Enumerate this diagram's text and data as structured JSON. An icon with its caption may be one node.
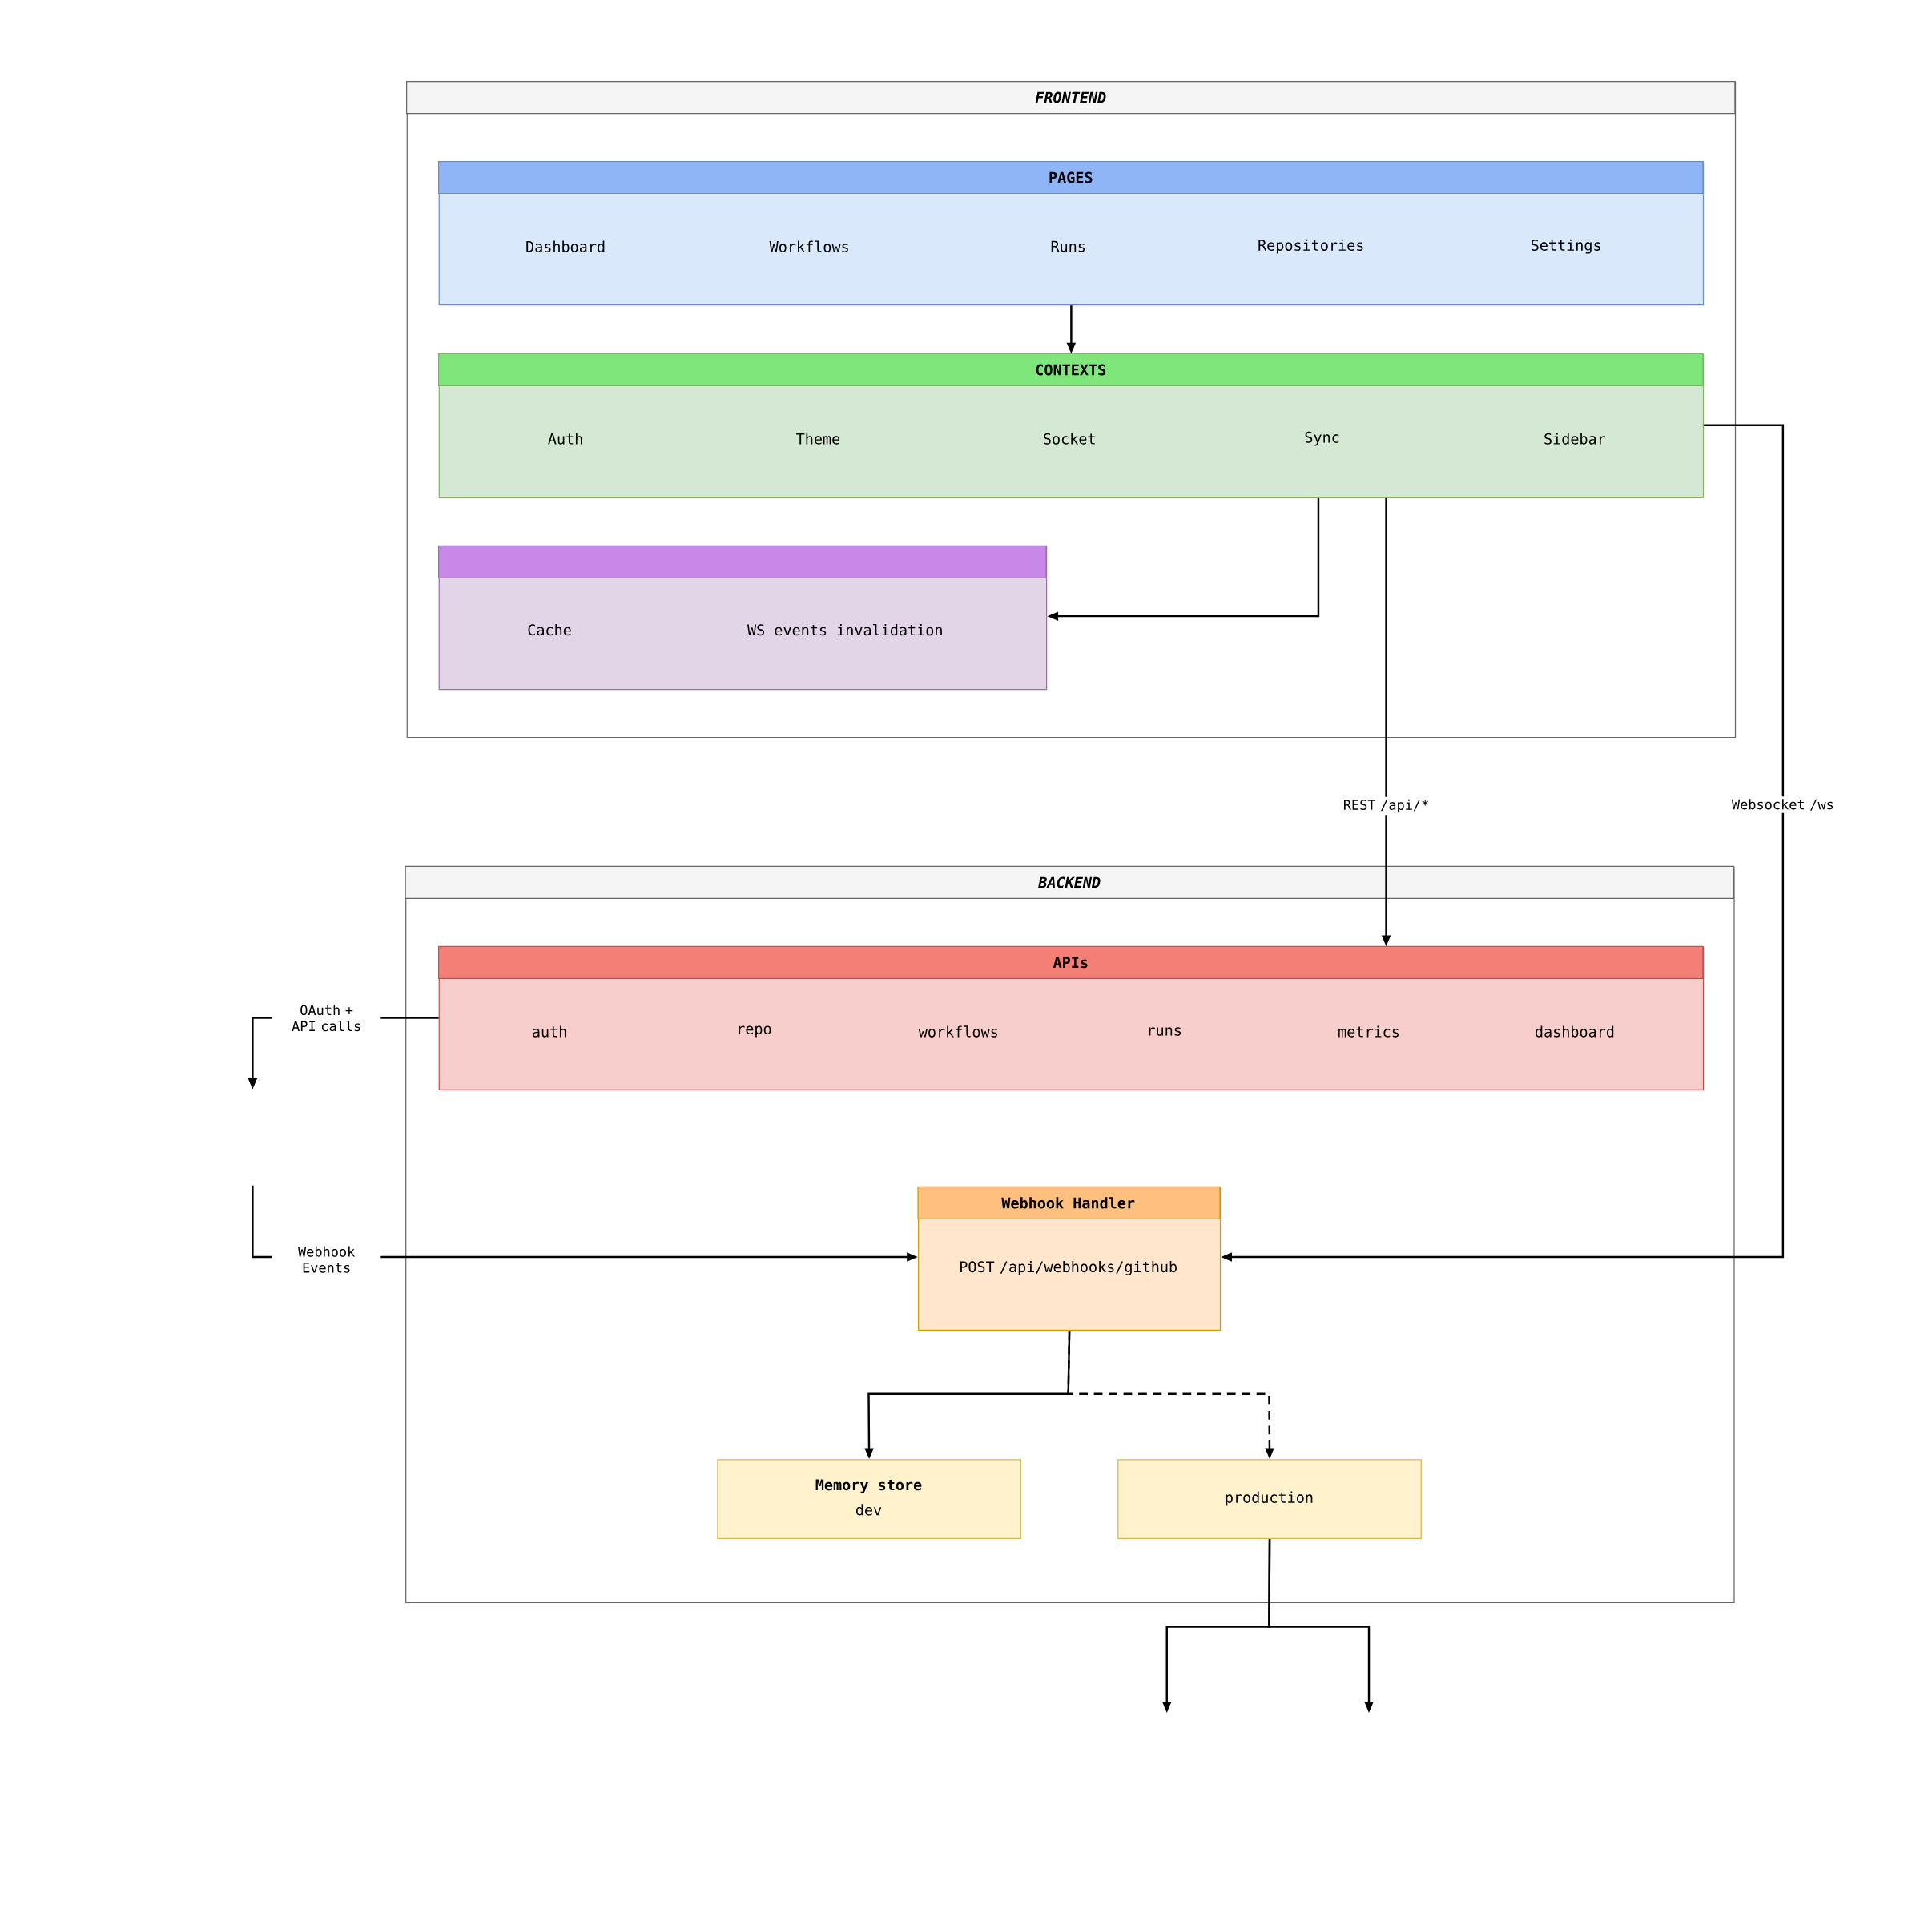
{
  "diagram": {
    "nodes": [
      {
        "text": [
          "FRONTEND"
        ]
      },
      {
        "text": [
          "PAGES",
          "Dashboard",
          "Workflows",
          "Runs",
          "Repositories",
          "Settings"
        ],
        "in": 0
      },
      {
        "text": [
          "CONTEXTS",
          "Auth",
          "Theme",
          "Socket",
          "Sync",
          "Sidebar"
        ],
        "in": 0
      },
      {
        "text": [
          "Cache",
          "WS events invalidation"
        ],
        "in": 0
      },
      {
        "text": [
          "BACKEND"
        ]
      },
      {
        "text": [
          "APIs",
          "auth",
          "repo",
          "workflows",
          "runs",
          "metrics",
          "dashboard"
        ],
        "in": 4
      },
      {
        "text": [
          "Webhook Handler",
          "POST /api/webhooks/github"
        ],
        "in": 4
      },
      {
        "text": [
          "Memory store",
          "dev"
        ],
        "in": 4
      },
      {
        "text": [
          "production"
        ],
        "in": 4
      }
    ],
    "edges": [
      {
        "from": 1,
        "to": 2,
        "arrow": "to"
      },
      {
        "from": 2,
        "to": 3,
        "arrow": "to"
      },
      {
        "from": 2,
        "to": 5,
        "arrow": "to",
        "label": "REST /api/*"
      },
      {
        "from": 2,
        "to": 6,
        "arrow": "to",
        "label": "Websocket /ws"
      },
      {
        "from": 5,
        "to": null,
        "arrow": "to",
        "label": "OAuth + API calls"
      },
      {
        "from": null,
        "to": 6,
        "arrow": "to",
        "label": "Webhook Events"
      },
      {
        "from": 6,
        "to": 7,
        "arrow": "to"
      },
      {
        "from": 6,
        "to": 8,
        "arrow": "to",
        "style": "dashed"
      },
      {
        "from": 8,
        "to": null,
        "arrow": "to"
      },
      {
        "from": 8,
        "to": null,
        "arrow": "to"
      }
    ]
  }
}
